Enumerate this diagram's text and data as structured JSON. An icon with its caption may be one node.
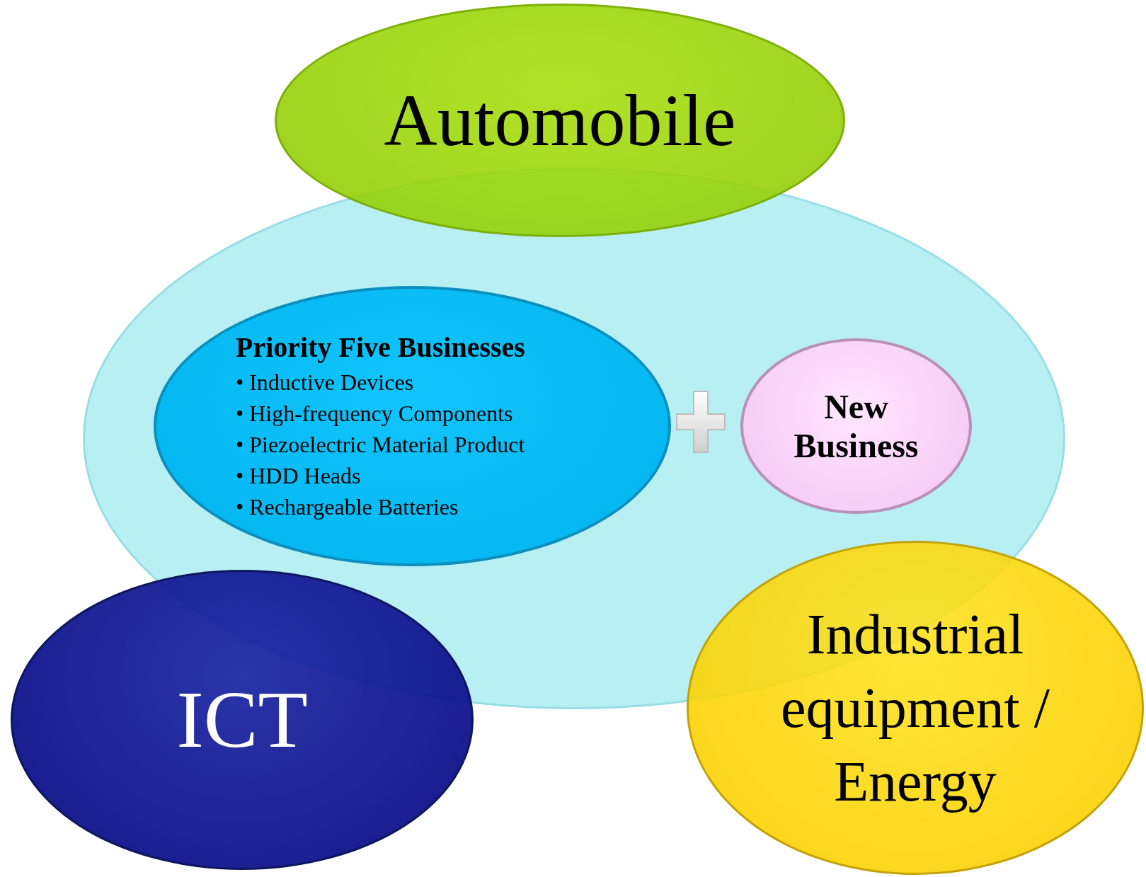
{
  "diagram": {
    "nodes": [
      {
        "text": [
          "Automobile"
        ]
      },
      {
        "text": [],
        "shape": "ellipse"
      },
      {
        "text": [
          "Priority Five Businesses",
          "• Inductive Devices",
          "• High-frequency Components",
          "• Piezoelectric Material Product",
          "• HDD Heads",
          "• Rechargeable Batteries"
        ],
        "in": 1
      },
      {
        "text": [
          "New Business"
        ],
        "in": 1
      },
      {
        "text": [
          "ICT"
        ]
      },
      {
        "text": [
          "Industrial equipment / Energy"
        ]
      }
    ],
    "edges": []
  }
}
